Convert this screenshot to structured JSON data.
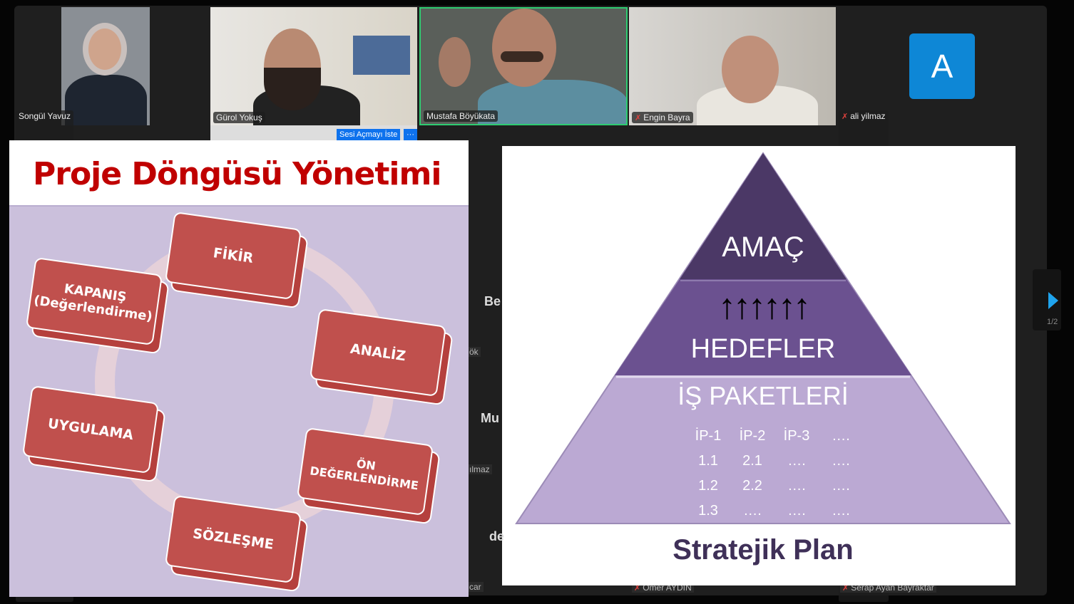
{
  "participants": [
    {
      "name": "Songül Yavuz",
      "muted": false
    },
    {
      "name": "Gürol Yokuş",
      "muted": false
    },
    {
      "name": "Mustafa Böyükata",
      "muted": false,
      "active_speaker": true
    },
    {
      "name": "Engin Bayra",
      "muted": true
    },
    {
      "name": "ali yilmaz",
      "muted": true,
      "avatar_letter": "A"
    }
  ],
  "request_unmute_label": "Sesi Açmayı İste",
  "more_label": "···",
  "bottom_names": [
    "Ömer AYDIN",
    "Serap Ayan Bayraktar"
  ],
  "partial_names": [
    "ök",
    "ılmaz",
    "car"
  ],
  "partial_text": [
    "Be",
    "Mu",
    "de"
  ],
  "pager": {
    "label": "1/2"
  },
  "colors": {
    "active_border": "#2ecc71",
    "avatar_bg": "#0e87d6",
    "pager_arrow": "#1fa4ee"
  },
  "slide_left": {
    "title": "Proje Döngüsü Yönetimi",
    "stages": [
      "FİKİR",
      "ANALİZ",
      "ÖN DEĞERLENDİRME",
      "SÖZLEŞME",
      "UYGULAMA",
      "KAPANIŞ (Değerlendirme)"
    ]
  },
  "slide_right": {
    "top": "AMAÇ",
    "arrows": "↑↑↑↑↑↑",
    "middle": "HEDEFLER",
    "bottom": "İŞ PAKETLERİ",
    "table": [
      [
        "İP-1",
        "İP-2",
        "İP-3",
        "…."
      ],
      [
        "1.1",
        "2.1",
        "….",
        "…."
      ],
      [
        "1.2",
        "2.2",
        "….",
        "…."
      ],
      [
        "1.3",
        "….",
        "….",
        "…."
      ]
    ],
    "caption": "Stratejik Plan"
  }
}
